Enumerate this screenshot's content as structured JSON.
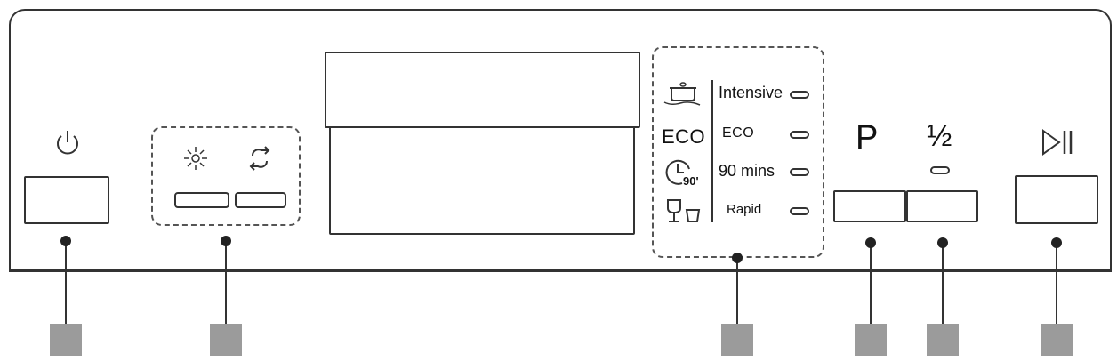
{
  "program_labels": [
    "Intensive",
    "ECO",
    "90 mins",
    "Rapid"
  ],
  "symbols": {
    "eco_symbol": "ECO",
    "timer_90": "90'",
    "program_key": "P",
    "half_load": "½"
  },
  "icons": [
    "power-icon",
    "light-sparkle-icon",
    "cycle-arrows-icon",
    "pot-icon",
    "eco-icon",
    "clock-90-icon",
    "glass-cup-icon",
    "program-p-icon",
    "half-load-icon",
    "play-pause-icon"
  ],
  "callout_labels": [
    "",
    "",
    "",
    "",
    "",
    ""
  ],
  "colors": {
    "line": "#333333",
    "callout_box": "#9b9b9b",
    "background": "#ffffff"
  }
}
